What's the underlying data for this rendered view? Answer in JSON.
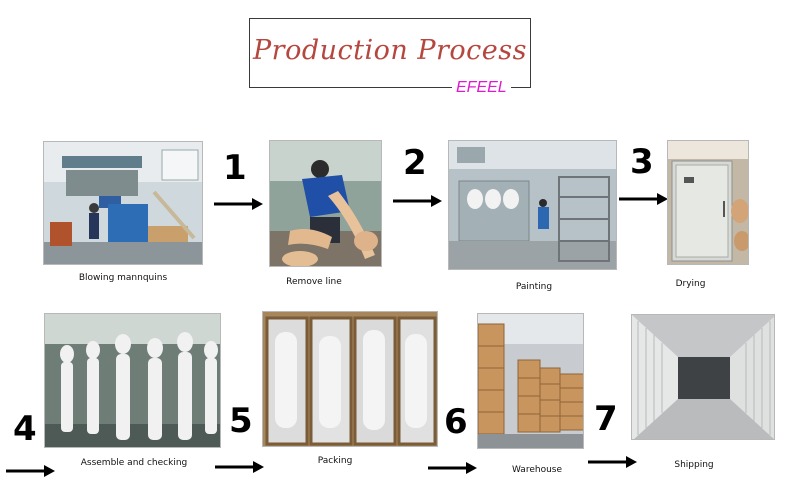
{
  "title": "Production Process",
  "brand": "EFEEL",
  "steps": [
    {
      "label": "Blowing mannquins"
    },
    {
      "number": "1",
      "label": "Remove line"
    },
    {
      "number": "2",
      "label": "Painting"
    },
    {
      "number": "3",
      "label": "Drying"
    },
    {
      "number": "4",
      "label": "Assemble and checking"
    },
    {
      "number": "5",
      "label": "Packing"
    },
    {
      "number": "6",
      "label": "Warehouse"
    },
    {
      "number": "7",
      "label": "Shipping"
    }
  ]
}
